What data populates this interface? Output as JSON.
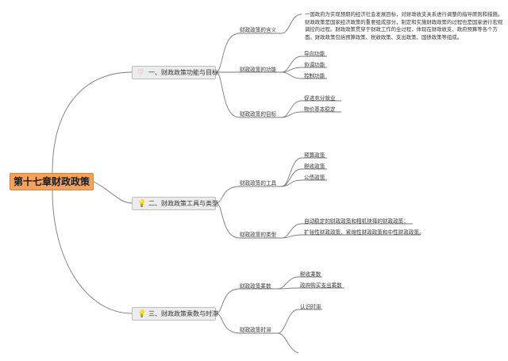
{
  "root": "第十七章财政政策",
  "branches": [
    {
      "label": "一、财政政策功能与目标",
      "icon": "heart-icon",
      "children": [
        {
          "label": "财政政策的含义",
          "leaves": [
            "一国政府为实现预期的经济社会发展目标，对财政收支关系进行调整的指导原则和措施。财政政策是国家经济政策的重要组成部分，制定和实施财政政策的过程也是国家进行宏观调控的过程。财政政策贯穿于财政工作的全过程，体现在财政收支、政府预算等各个方面。财政政策包括预算政策、税收政策、支出政策、国债政策等组成。"
          ]
        },
        {
          "label": "财政政策的功能",
          "leaves": [
            "导向功能",
            "协调功能",
            "控制功能"
          ]
        },
        {
          "label": "财政政策的目标",
          "leaves": [
            "促进充分就业",
            "物价基本稳定"
          ]
        }
      ]
    },
    {
      "label": "二、财政政策工具与类型",
      "icon": "bulb-icon",
      "children": [
        {
          "label": "财政政策的工具",
          "leaves": [
            "预算政策",
            "税收政策",
            "公债政策"
          ]
        },
        {
          "label": "财政政策的类型",
          "leaves": [
            "自动稳定的财政政策和相机抉择的财政政策；",
            "扩张性财政政策、紧缩性财政政策和中性财政政策。"
          ]
        }
      ]
    },
    {
      "label": "三、财政政策乘数与时滞",
      "icon": "bulb-icon",
      "children": [
        {
          "label": "财政政策乘数",
          "leaves": [
            "税收乘数",
            "政府购买支出乘数"
          ]
        },
        {
          "label": "财政政策时滞",
          "leaves": [
            "认识时滞"
          ]
        }
      ]
    }
  ],
  "colors": {
    "root_fill": "#f5a25c",
    "branch_fill": "#ececec",
    "line": "#7a7a7a"
  }
}
